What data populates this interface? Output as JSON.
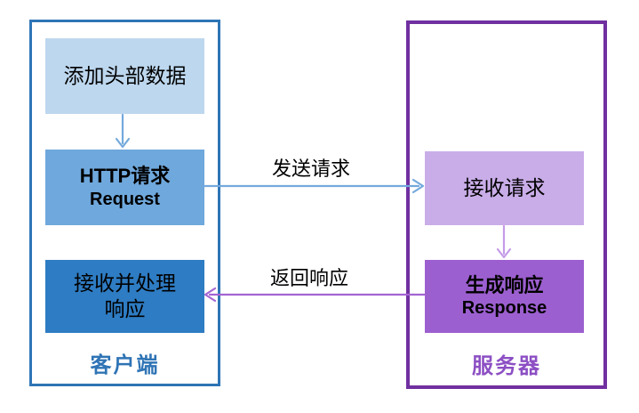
{
  "client": {
    "label": "客户端",
    "boxes": {
      "add_header": "添加头部数据",
      "http_request_line1": "HTTP请求",
      "http_request_line2": "Request",
      "receive_line1": "接收并处理",
      "receive_line2": "响应"
    }
  },
  "server": {
    "label": "服务器",
    "boxes": {
      "receive_request": "接收请求",
      "response_line1": "生成响应",
      "response_line2": "Response"
    }
  },
  "arrows": {
    "send_label": "发送请求",
    "return_label": "返回响应"
  },
  "colors": {
    "client_border": "#2E75B6",
    "client_label_text": "#2F74B5",
    "server_border": "#7030A0",
    "server_label_text": "#8C4FC4",
    "box_light_blue": "#BDD7EE",
    "box_mid_blue": "#6FA8DC",
    "box_dark_blue": "#2E7CC3",
    "box_light_purple": "#C9ADE8",
    "box_mid_purple": "#9C5FD0",
    "arrow_blue": "#74A9DC",
    "arrow_light_purple": "#C49BE8",
    "arrow_purple": "#A464D2"
  }
}
